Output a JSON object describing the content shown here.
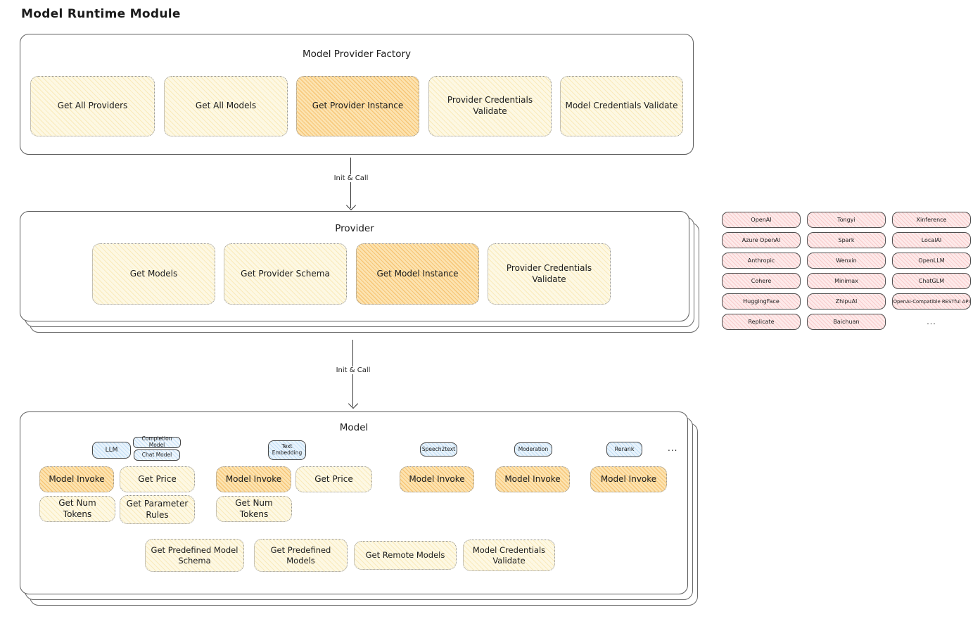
{
  "title": "Model Runtime Module",
  "colors": {
    "cream_fill": "#fdf8e3",
    "highlight_orange_fill": "#fce3b0",
    "tab_blue_fill": "#e8f3fc",
    "provider_pink_fill": "#fdeaea",
    "line": "#3a3a3a"
  },
  "factory": {
    "title": "Model Provider Factory",
    "boxes": [
      {
        "label": "Get All Providers",
        "highlighted": false
      },
      {
        "label": "Get All Models",
        "highlighted": false
      },
      {
        "label": "Get Provider Instance",
        "highlighted": true
      },
      {
        "label": "Provider Credentials Validate",
        "highlighted": false
      },
      {
        "label": "Model Credentials Validate",
        "highlighted": false
      }
    ]
  },
  "arrow_top": {
    "label": "Init & Call"
  },
  "arrow_bottom": {
    "label": "Init & Call"
  },
  "provider": {
    "title": "Provider",
    "boxes": [
      {
        "label": "Get Models",
        "highlighted": false
      },
      {
        "label": "Get Provider Schema",
        "highlighted": false
      },
      {
        "label": "Get Model Instance",
        "highlighted": true
      },
      {
        "label": "Provider Credentials Validate",
        "highlighted": false
      }
    ]
  },
  "provider_list": {
    "items": [
      "OpenAI",
      "Tongyi",
      "Xinference",
      "Azure OpenAI",
      "Spark",
      "LocalAI",
      "Anthropic",
      "Wenxin",
      "OpenLLM",
      "Cohere",
      "Minimax",
      "ChatGLM",
      "HuggingFace",
      "ZhipuAI",
      "OpenAI-Compatible RESTful API",
      "Replicate",
      "Baichuan"
    ],
    "more": "..."
  },
  "model": {
    "title": "Model",
    "tabs": [
      {
        "label": "LLM"
      },
      {
        "label": "Completion Model"
      },
      {
        "label": "Chat Model"
      },
      {
        "label": "Text Embedding"
      },
      {
        "label": "Speech2text"
      },
      {
        "label": "Moderation"
      },
      {
        "label": "Rerank"
      }
    ],
    "tabs_more": "...",
    "function_boxes": [
      {
        "label": "Model Invoke",
        "highlighted": true
      },
      {
        "label": "Get Price",
        "highlighted": false
      },
      {
        "label": "Model Invoke",
        "highlighted": true
      },
      {
        "label": "Get Price",
        "highlighted": false
      },
      {
        "label": "Model Invoke",
        "highlighted": true
      },
      {
        "label": "Model Invoke",
        "highlighted": true
      },
      {
        "label": "Model Invoke",
        "highlighted": true
      },
      {
        "label": "Get Num Tokens",
        "highlighted": false
      },
      {
        "label": "Get Parameter Rules",
        "highlighted": false
      },
      {
        "label": "Get Num Tokens",
        "highlighted": false
      }
    ],
    "bottom_boxes": [
      {
        "label": "Get Predefined Model Schema"
      },
      {
        "label": "Get Predefined Models"
      },
      {
        "label": "Get Remote Models"
      },
      {
        "label": "Model Credentials Validate"
      }
    ]
  }
}
